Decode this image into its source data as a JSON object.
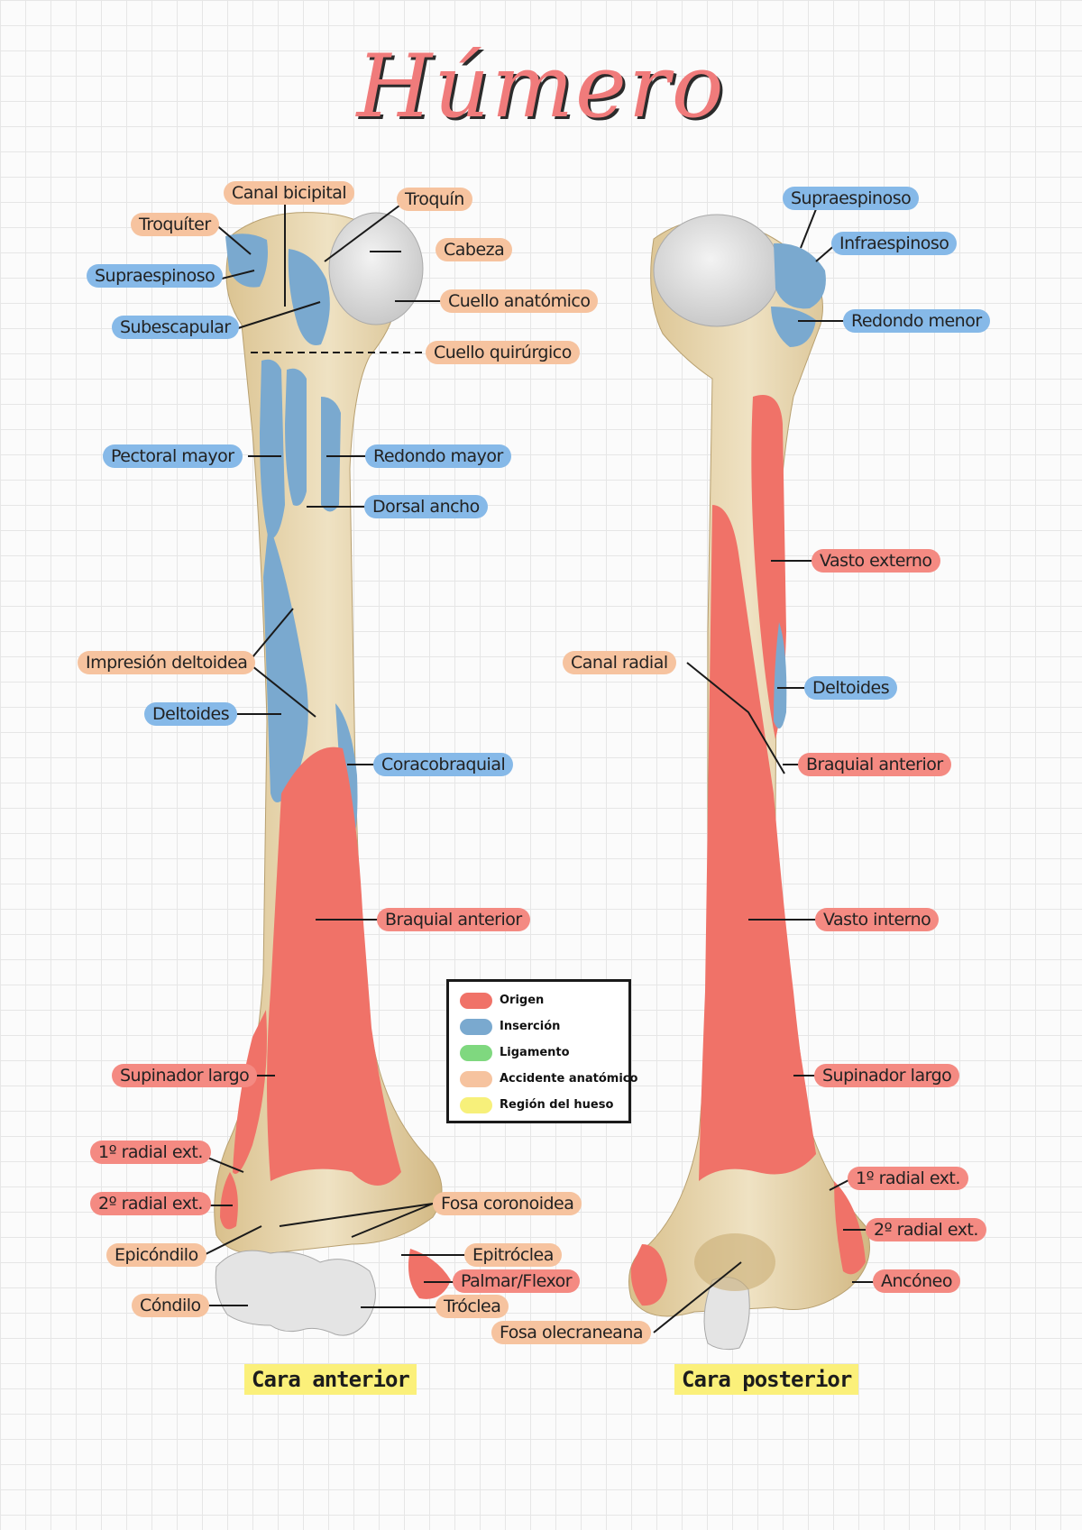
{
  "title": "Húmero",
  "colors": {
    "origin": "#f07268",
    "insertion": "#7aa9cf",
    "ligament": "#7fd87f",
    "landmark": "#f6c39f",
    "bone_region": "#f7f07a",
    "bone": "#e9d9b2",
    "cartilage": "#e2e2e2"
  },
  "anterior": {
    "face_label": "Cara anterior",
    "labels": {
      "canal_bicipital": "Canal bicipital",
      "troquin": "Troquín",
      "troquiter": "Troquíter",
      "cabeza": "Cabeza",
      "supraespinoso": "Supraespinoso",
      "cuello_anatomico": "Cuello anatómico",
      "subescapular": "Subescapular",
      "cuello_quirurgico": "Cuello quirúrgico",
      "pectoral_mayor": "Pectoral mayor",
      "redondo_mayor": "Redondo mayor",
      "dorsal_ancho": "Dorsal ancho",
      "impresion_deltoidea": "Impresión deltoidea",
      "deltoides": "Deltoides",
      "coracobraquial": "Coracobraquial",
      "braquial_anterior": "Braquial anterior",
      "supinador_largo": "Supinador largo",
      "radial_1": "1º radial ext.",
      "radial_2": "2º radial ext.",
      "fosa_coronoidea": "Fosa coronoidea",
      "epicondilo": "Epicóndilo",
      "epitroclea": "Epitróclea",
      "palmar_flexor": "Palmar/Flexor",
      "condilo": "Cóndilo",
      "troclea": "Tróclea",
      "fosa_olecraneana": "Fosa olecraneana"
    }
  },
  "posterior": {
    "face_label": "Cara posterior",
    "labels": {
      "supraespinoso": "Supraespinoso",
      "infraespinoso": "Infraespinoso",
      "redondo_menor": "Redondo menor",
      "vasto_externo": "Vasto externo",
      "canal_radial": "Canal radial",
      "deltoides": "Deltoides",
      "braquial_anterior": "Braquial anterior",
      "vasto_interno": "Vasto interno",
      "supinador_largo": "Supinador largo",
      "radial_1": "1º radial ext.",
      "radial_2": "2º radial ext.",
      "ancoeneo": "Ancóneo"
    }
  },
  "legend": [
    {
      "label": "Origen",
      "color": "#f07268"
    },
    {
      "label": "Inserción",
      "color": "#7aa9cf"
    },
    {
      "label": "Ligamento",
      "color": "#7fd87f"
    },
    {
      "label": "Accidente anatómico",
      "color": "#f6c39f"
    },
    {
      "label": "Región del hueso",
      "color": "#f7f07a"
    }
  ]
}
